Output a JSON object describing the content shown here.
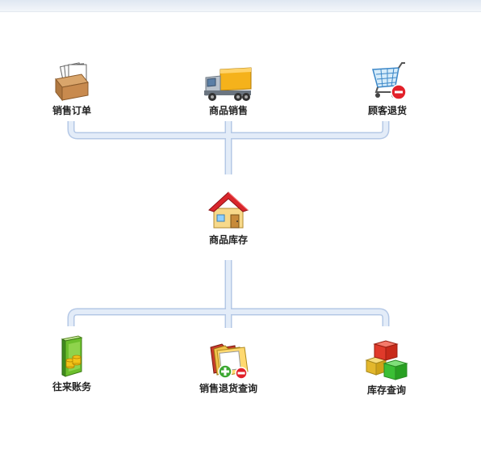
{
  "colors": {
    "connector_fill": "#e3ecf8",
    "connector_stroke": "#b4c8e6",
    "label": "#222222"
  },
  "nodes": {
    "sales_order": {
      "label": "销售订单",
      "icon": "file-box-icon"
    },
    "product_sales": {
      "label": "商品销售",
      "icon": "delivery-truck-icon"
    },
    "customer_return": {
      "label": "顾客退货",
      "icon": "shopping-cart-remove-icon"
    },
    "inventory": {
      "label": "商品库存",
      "icon": "warehouse-house-icon"
    },
    "accounts": {
      "label": "往来账务",
      "icon": "ledger-books-icon"
    },
    "return_query": {
      "label": "销售退货查询",
      "icon": "folders-add-remove-icon"
    },
    "stock_query": {
      "label": "库存查询",
      "icon": "stacked-boxes-icon"
    }
  }
}
